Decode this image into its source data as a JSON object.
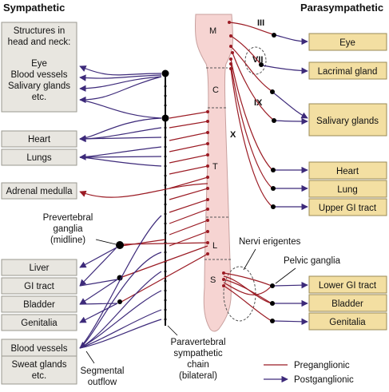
{
  "headers": {
    "left": "Sympathetic",
    "right": "Parasympathetic"
  },
  "sympathetic_targets": {
    "head_neck_title": [
      "Structures in",
      "head and neck:"
    ],
    "head_neck_items": [
      "Eye",
      "Blood vessels",
      "Salivary glands",
      "etc."
    ],
    "heart": "Heart",
    "lungs": "Lungs",
    "adrenal": "Adrenal medulla",
    "liver": "Liver",
    "gi": "GI tract",
    "bladder": "Bladder",
    "genitalia": "Genitalia",
    "vessels_title": "Blood vessels",
    "vessels_more": [
      "Sweat glands",
      "etc."
    ]
  },
  "parasympathetic_targets": {
    "eye": "Eye",
    "lacrimal": "Lacrimal gland",
    "salivary": "Salivary glands",
    "heart": "Heart",
    "lung": "Lung",
    "upper_gi": "Upper GI tract",
    "lower_gi": "Lower GI tract",
    "bladder": "Bladder",
    "genitalia": "Genitalia"
  },
  "cns_segments": {
    "m": "M",
    "c": "C",
    "t": "T",
    "l": "L",
    "s": "S"
  },
  "cranial_nerves": {
    "iii": "III",
    "vii": "VII",
    "ix": "IX",
    "x": "X"
  },
  "annotations": {
    "prevertebral": [
      "Prevertebral",
      "ganglia",
      "(midline)"
    ],
    "nervi_erigentes": "Nervi erigentes",
    "pelvic_ganglia": "Pelvic ganglia",
    "segmental": [
      "Segmental",
      "outflow"
    ],
    "paravertebral": [
      "Paravertebral",
      "sympathetic",
      "chain",
      "(bilateral)"
    ]
  },
  "legend": {
    "pre": "Preganglionic",
    "post": "Postganglionic"
  },
  "colors": {
    "preganglionic": "#9b1b24",
    "postganglionic": "#3d2a7a",
    "cord_fill": "#f6d4d2",
    "right_box": "#f3dfa2",
    "left_box": "#e8e6e0"
  }
}
